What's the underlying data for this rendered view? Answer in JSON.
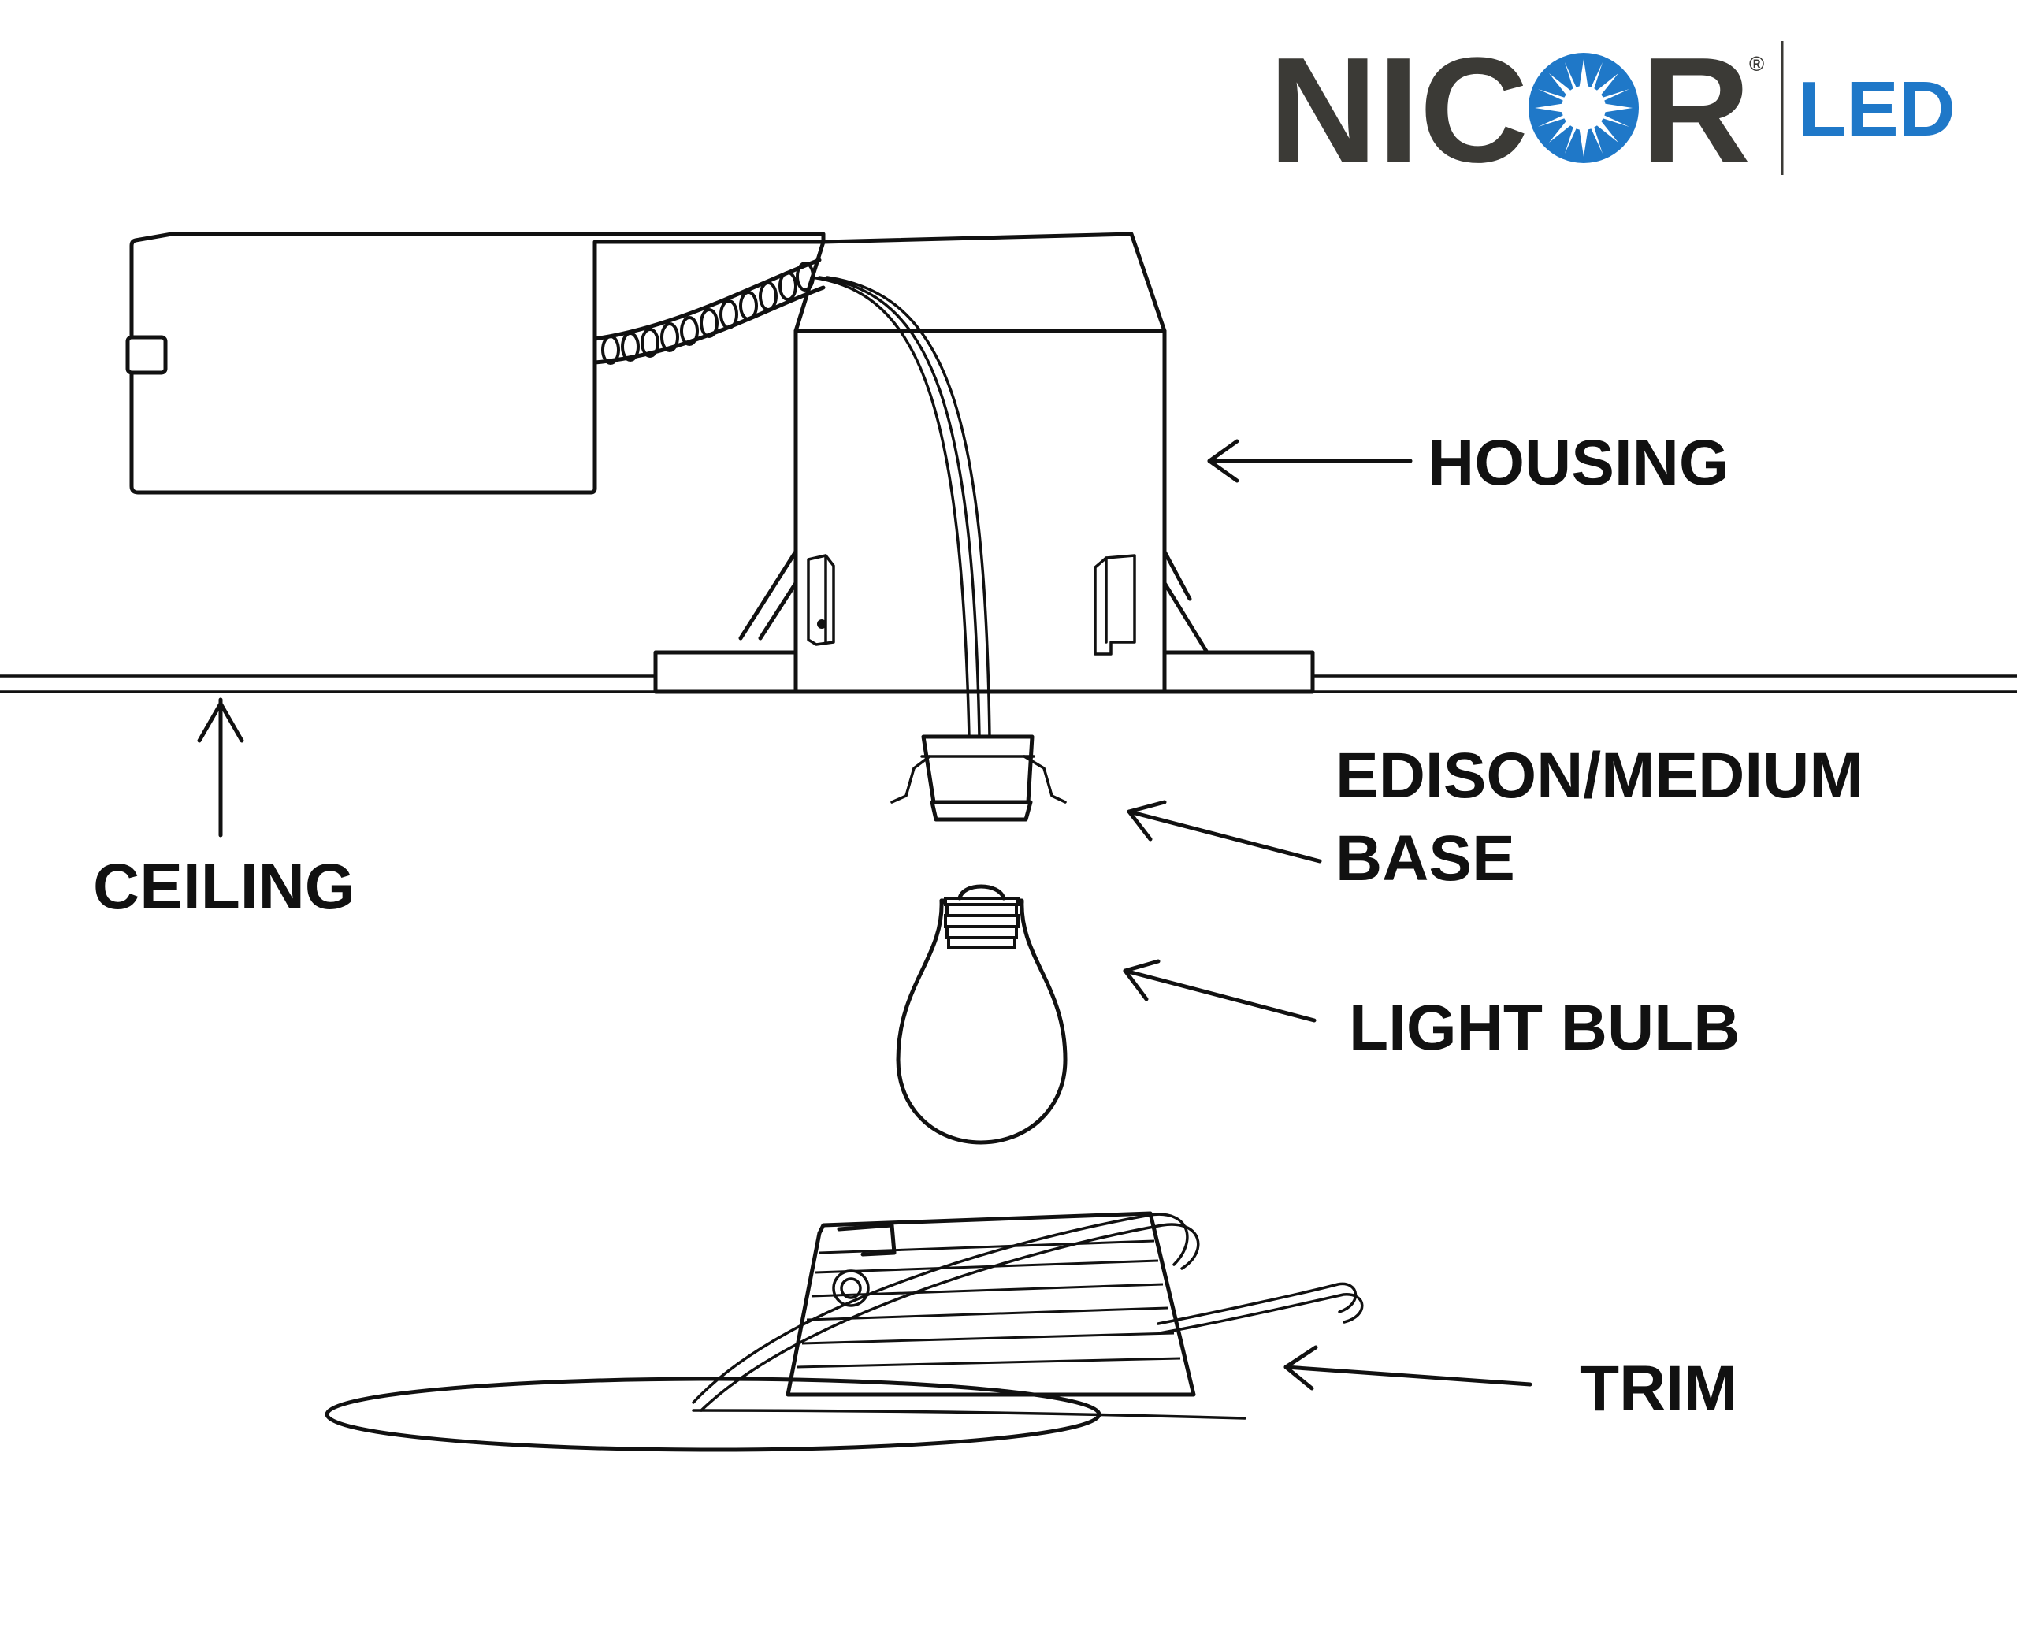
{
  "logo": {
    "brand_prefix": "NIC",
    "brand_suffix": "R",
    "registered_mark": "®",
    "product_line": "LED",
    "brand_color": "#3b3a36",
    "accent_color": "#1f78c8"
  },
  "labels": {
    "housing": "HOUSING",
    "ceiling": "CEILING",
    "base_line1": "EDISON/MEDIUM",
    "base_line2": "BASE",
    "light_bulb": "LIGHT BULB",
    "trim": "TRIM"
  }
}
